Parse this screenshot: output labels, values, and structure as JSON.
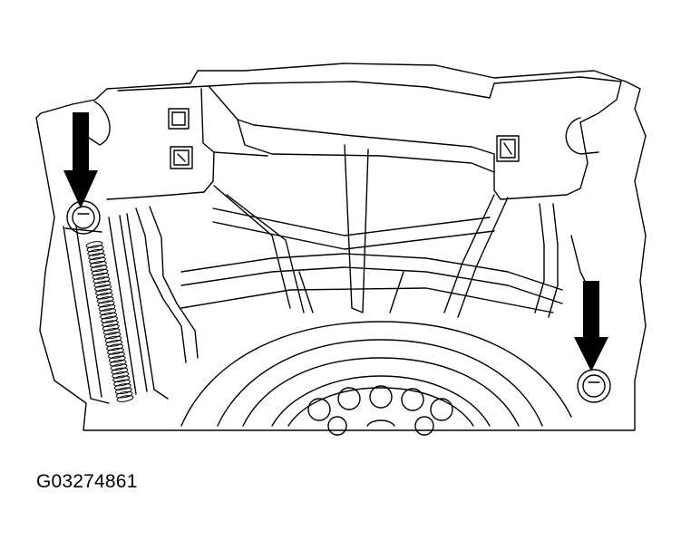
{
  "figure": {
    "caption": "G03274861"
  },
  "callouts": [
    {
      "id": "left-bolt",
      "icon": "down-arrow-icon"
    },
    {
      "id": "right-bolt",
      "icon": "down-arrow-icon"
    }
  ],
  "colors": {
    "line": "#000000",
    "background": "#ffffff"
  }
}
